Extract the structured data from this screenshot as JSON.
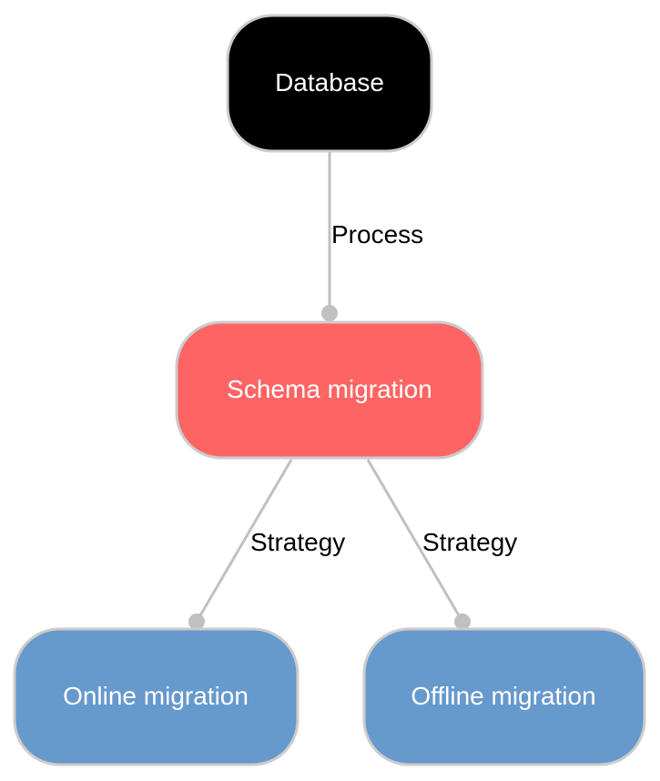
{
  "nodes": {
    "database": {
      "label": "Database",
      "fill": "#000000"
    },
    "schema_migration": {
      "label": "Schema migration",
      "fill": "#ff6464"
    },
    "online_migration": {
      "label": "Online migration",
      "fill": "#6699cc"
    },
    "offline_migration": {
      "label": "Offline migration",
      "fill": "#6699cc"
    }
  },
  "edges": {
    "database_to_schema": {
      "label": "Process"
    },
    "schema_to_online": {
      "label": "Strategy"
    },
    "schema_to_offline": {
      "label": "Strategy"
    }
  },
  "colors": {
    "edge": "#c0c0c0",
    "node_border": "#cccccc",
    "node_text": "#ffffff",
    "edge_text": "#000000"
  }
}
